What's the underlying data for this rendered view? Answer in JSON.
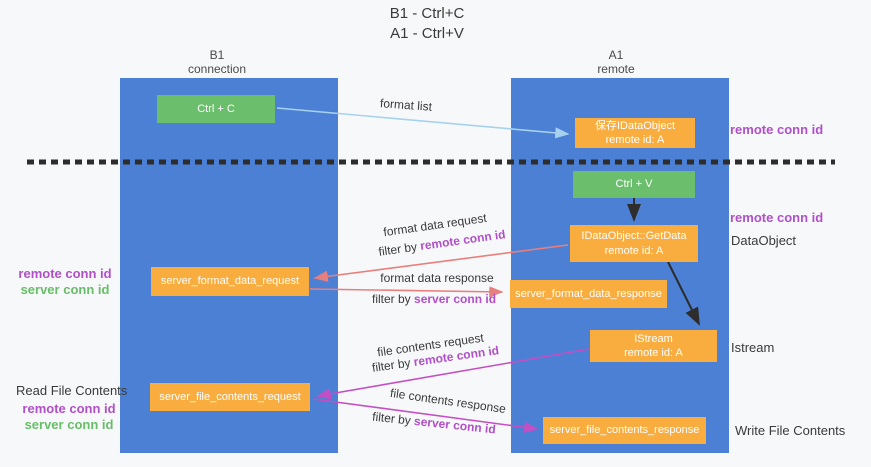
{
  "title": {
    "line1": "B1 - Ctrl+C",
    "line2": "A1 - Ctrl+V"
  },
  "columns": {
    "left": {
      "title": "B1",
      "subtitle": "connection"
    },
    "right": {
      "title": "A1",
      "subtitle": "remote"
    }
  },
  "boxes": {
    "ctrl_c": {
      "label": "Ctrl + C"
    },
    "save_idataobject": {
      "line1": "保存IDataObject",
      "line2": "remote id: A"
    },
    "ctrl_v": {
      "label": "Ctrl + V"
    },
    "getdata": {
      "line1": "IDataObject::GetData",
      "line2": "remote id: A"
    },
    "format_request": {
      "label": "server_format_data_request"
    },
    "format_response": {
      "label": "server_format_data_response"
    },
    "istream": {
      "line1": "IStream",
      "line2": "remote id: A"
    },
    "file_request": {
      "label": "server_file_contents_request"
    },
    "file_response": {
      "label": "server_file_contents_response"
    }
  },
  "arrow_labels": {
    "format_list": "format list",
    "format_data_request": "format data request",
    "format_data_response": "format data response",
    "file_contents_request": "file contents request",
    "file_contents_response": "file contents response",
    "filter_by": "filter by ",
    "remote_conn_id": "remote conn id",
    "server_conn_id": "server conn id"
  },
  "side_labels": {
    "remote_conn_id_top_right": "remote conn id",
    "remote_conn_id_mid_right": "remote conn id",
    "dataobject": "DataObject",
    "istream": "Istream",
    "write_file_contents": "Write File Contents",
    "remote_conn_id_left": "remote conn id",
    "server_conn_id_left": "server conn id",
    "read_file_contents": "Read File Contents",
    "remote_conn_id_bottom_left": "remote conn id",
    "server_conn_id_bottom_left": "server conn id"
  },
  "colors": {
    "column_blue": "#4C80D4",
    "box_green": "#6BBE6B",
    "box_orange": "#F9AD3F",
    "arrow_salmon": "#E97F7C",
    "arrow_magenta": "#C44EC4",
    "arrow_light_blue": "#A6D2F0",
    "arrow_black": "#2d2d2d",
    "text_purple": "#B14FC8",
    "text_green": "#68BE68"
  }
}
